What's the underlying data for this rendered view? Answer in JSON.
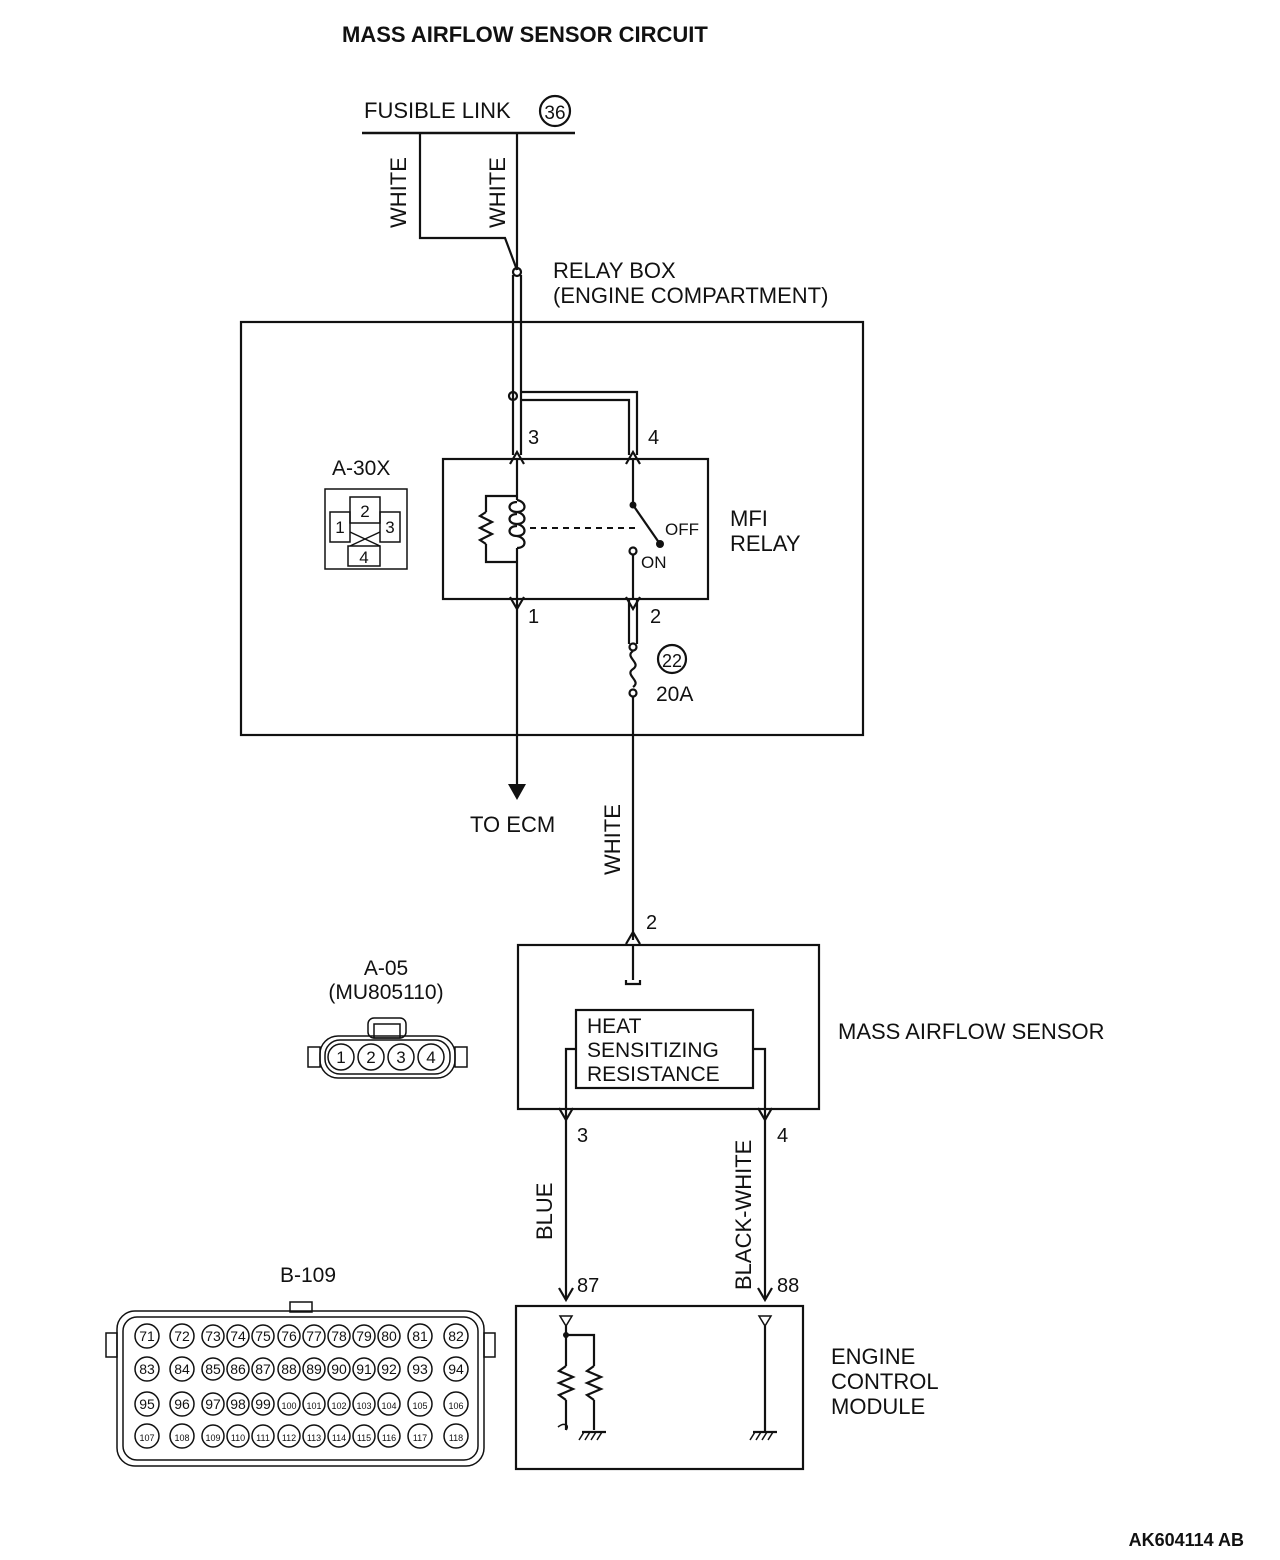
{
  "title": "MASS AIRFLOW SENSOR CIRCUIT",
  "fusible_link": {
    "label": "FUSIBLE LINK",
    "number": "36"
  },
  "wires": {
    "fl_left": "WHITE",
    "fl_right": "WHITE",
    "relay_to_maf": "WHITE",
    "maf_pin3": "BLUE",
    "maf_pin4": "BLACK-WHITE"
  },
  "relay_box": {
    "line1": "RELAY BOX",
    "line2": "(ENGINE COMPARTMENT)"
  },
  "relay_connector": {
    "id": "A-30X",
    "pins": [
      "1",
      "2",
      "3",
      "4"
    ]
  },
  "mfi_relay": {
    "line1": "MFI",
    "line2": "RELAY",
    "off_label": "OFF",
    "on_label": "ON",
    "pins": {
      "p1": "1",
      "p2": "2",
      "p3": "3",
      "p4": "4"
    }
  },
  "fuse": {
    "number": "22",
    "rating": "20A"
  },
  "to_ecm": "TO ECM",
  "maf_connector": {
    "id": "A-05",
    "part": "(MU805110)",
    "pins": [
      "1",
      "2",
      "3",
      "4"
    ]
  },
  "maf_sensor": {
    "label": "MASS AIRFLOW SENSOR",
    "element_line1": "HEAT",
    "element_line2": "SENSITIZING",
    "element_line3": "RESISTANCE",
    "pins": {
      "p2": "2",
      "p3": "3",
      "p4": "4"
    }
  },
  "ecm": {
    "line1": "ENGINE",
    "line2": "CONTROL",
    "line3": "MODULE",
    "pins": {
      "p87": "87",
      "p88": "88"
    }
  },
  "ecm_connector": {
    "id": "B-109",
    "rows": [
      [
        "71",
        "72",
        "73",
        "74",
        "75",
        "76",
        "77",
        "78",
        "79",
        "80",
        "81",
        "82"
      ],
      [
        "83",
        "84",
        "85",
        "86",
        "87",
        "88",
        "89",
        "90",
        "91",
        "92",
        "93",
        "94"
      ],
      [
        "95",
        "96",
        "97",
        "98",
        "99",
        "100",
        "101",
        "102",
        "103",
        "104",
        "105",
        "106"
      ],
      [
        "107",
        "108",
        "109",
        "110",
        "111",
        "112",
        "113",
        "114",
        "115",
        "116",
        "117",
        "118"
      ]
    ]
  },
  "figure_code": "AK604114 AB"
}
